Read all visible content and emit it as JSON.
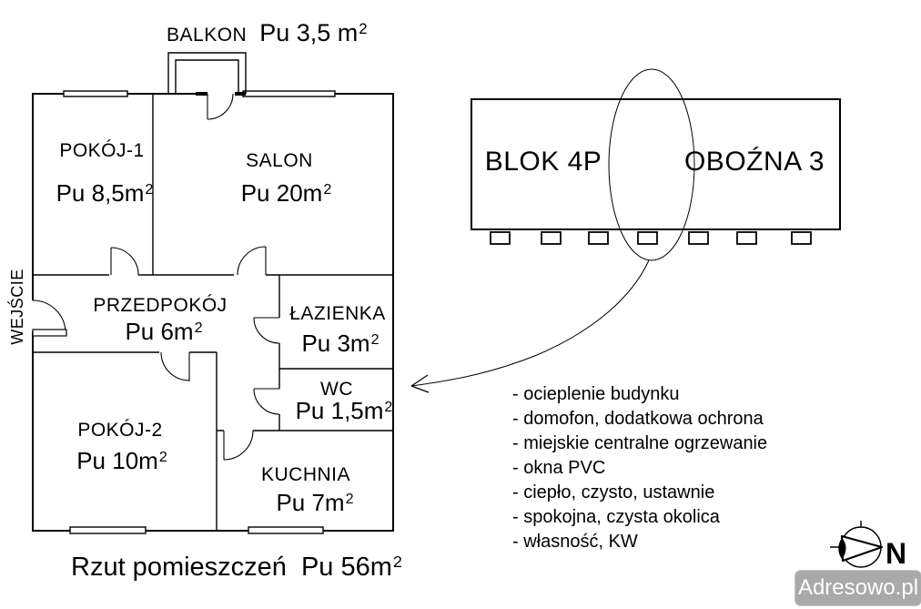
{
  "page": {
    "background": "#ffffff",
    "line_color": "#000000"
  },
  "floor_plan": {
    "balcony": {
      "label": "BALKON",
      "area": "Pu 3,5 m",
      "area_sup": "2"
    },
    "rooms": [
      {
        "label": "POKÓJ-1",
        "area": "Pu 8,5m",
        "area_sup": "2"
      },
      {
        "label": "SALON",
        "area": "Pu 20m",
        "area_sup": "2"
      },
      {
        "label": "PRZEDPOKÓJ",
        "area": "Pu 6m",
        "area_sup": "2"
      },
      {
        "label": "ŁAZIENKA",
        "area": "Pu 3m",
        "area_sup": "2"
      },
      {
        "label": "WC",
        "area": "Pu 1,5m",
        "area_sup": "2"
      },
      {
        "label": "POKÓJ-2",
        "area": "Pu 10m",
        "area_sup": "2"
      },
      {
        "label": "KUCHNIA",
        "area": "Pu 7m",
        "area_sup": "2"
      }
    ],
    "entrance_label": "WEJŚCIE",
    "caption": {
      "title": "Rzut pomieszczeń",
      "area": "Pu 56m",
      "area_sup": "2"
    }
  },
  "building_block": {
    "name": "BLOK 4P",
    "street": "OBOŹNA 3"
  },
  "features": {
    "items": [
      "- ocieplenie budynku",
      "- domofon, dodatkowa ochrona",
      "- miejskie centralne ogrzewanie",
      "- okna PVC",
      "- ciepło, czysto, ustawnie",
      "- spokojna, czysta okolica",
      "- własność, KW"
    ]
  },
  "compass": {
    "north": "N"
  },
  "watermark": {
    "text": "Adresowo.pl",
    "bg": "#a9a9a9",
    "text_color": "#ffffff"
  }
}
